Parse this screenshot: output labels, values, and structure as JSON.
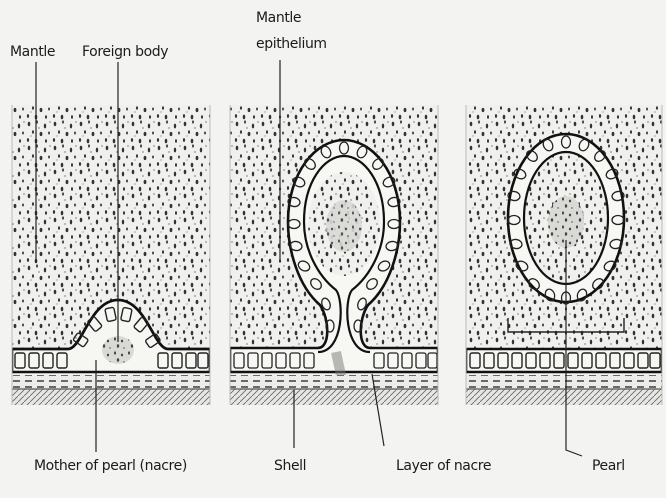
{
  "labels": {
    "mantile": "Mantle",
    "foreign_body": "Foreign body",
    "mantle_epithelium_1": "Mantle",
    "mantle_epithelium_2": "epithelium",
    "mother_of_pearl": "Mother of pearl (nacre)",
    "shell": "Shell",
    "layer_of_nacre": "Layer of nacre",
    "pearl": "Pearl"
  },
  "colors": {
    "ink": "#1b1b1b",
    "tissue_dots": "#2a2a2a",
    "cell_fill": "#f5f5f2",
    "paper": "#f3f3f1"
  }
}
